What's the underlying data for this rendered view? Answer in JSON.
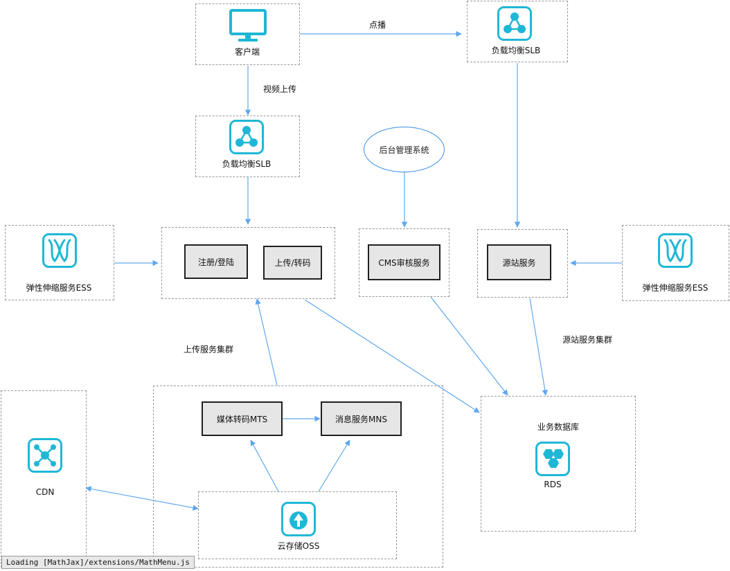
{
  "nodes": {
    "client": "客户端",
    "slb_top": "负载均衡SLB",
    "slb_mid": "负载均衡SLB",
    "admin": "后台管理系统",
    "ess_left": "弹性伸缩服务ESS",
    "ess_right": "弹性伸缩服务ESS",
    "register": "注册/登陆",
    "upload": "上传/转码",
    "cms": "CMS审核服务",
    "origin": "源站服务",
    "mts": "媒体转码MTS",
    "mns": "消息服务MNS",
    "db_title": "业务数据库",
    "rds": "RDS",
    "cdn": "CDN",
    "oss": "云存储OSS"
  },
  "edge_labels": {
    "vod": "点播",
    "video_upload": "视频上传",
    "upload_cluster": "上传服务集群",
    "origin_cluster": "源站服务集群"
  },
  "status_bar": "Loading [MathJax]/extensions/MathMenu.js",
  "colors": {
    "accent": "#1fb7d6",
    "arrow": "#5fa7ee"
  },
  "icons": [
    "monitor-icon",
    "load-balancer-icon",
    "auto-scaling-icon",
    "cdn-icon",
    "oss-icon",
    "rds-icon"
  ]
}
